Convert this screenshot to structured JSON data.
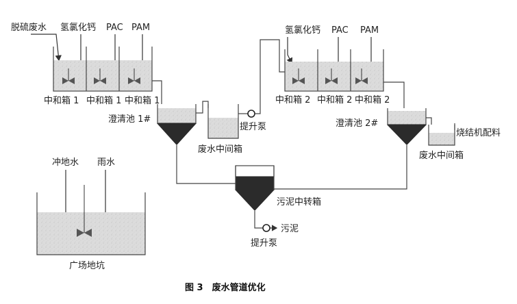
{
  "inputs_left": {
    "desulfurization_wastewater": "脱硫废水",
    "calcium_chloride": "氢氯化钙",
    "pac": "PAC",
    "pam": "PAM"
  },
  "inputs_right": {
    "calcium_chloride": "氢氯化钙",
    "pac": "PAC",
    "pam": "PAM"
  },
  "tanks_group1": {
    "t1": "中和箱 1",
    "t2": "中和箱 1",
    "t3": "中和箱 1"
  },
  "tanks_group2": {
    "t1": "中和箱 2",
    "t2": "中和箱 2",
    "t3": "中和箱 2"
  },
  "clarifier1": "澄清池 1#",
  "clarifier2": "澄清池 2#",
  "wastewater_tank1": "废水中间箱",
  "wastewater_tank2": "废水中间箱",
  "lift_pump1": "提升泵",
  "lift_pump2": "提升泵",
  "sintering_mix": "烧结机配料",
  "sludge_transfer": "污泥中转箱",
  "sludge": "污泥",
  "floor_wash_water": "冲地水",
  "rain_water": "雨水",
  "plaza_pit": "广场地坑",
  "caption": "图 3　废水管道优化"
}
